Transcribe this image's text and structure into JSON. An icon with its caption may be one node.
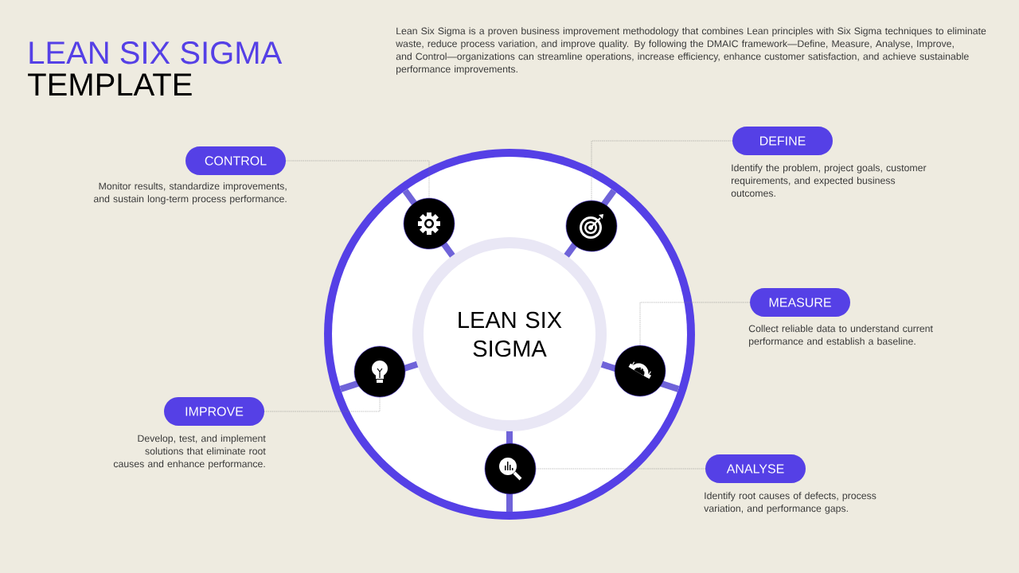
{
  "diagram": {
    "title": "LEAN SIX SIGMA",
    "nodes": [
      {
        "text": [
          "LEAN SIX SIGMA"
        ]
      },
      {
        "text": [
          "CONTROL"
        ],
        "beside": [
          "Monitor results, standardize improvements, and sustain long-term process performance."
        ]
      },
      {
        "text": [
          "DEFINE"
        ],
        "beside": [
          "Identify the problem, project goals, customer requirements, and expected business outcomes."
        ]
      },
      {
        "text": [
          "MEASURE"
        ],
        "beside": [
          "Collect reliable data to understand current performance and establish a baseline."
        ]
      },
      {
        "text": [
          "IMPROVE"
        ],
        "beside": [
          "Develop, test, and implement solutions that eliminate root causes and enhance performance."
        ]
      },
      {
        "text": [
          "ANALYSE"
        ],
        "beside": [
          "Identify root causes of defects, process variation, and performance gaps."
        ]
      },
      {
        "text": [],
        "shape": "circle"
      },
      {
        "text": [],
        "shape": "circle"
      },
      {
        "text": [],
        "shape": "circle"
      },
      {
        "text": [],
        "shape": "circle"
      },
      {
        "text": [],
        "shape": "circle"
      }
    ],
    "edges": [
      {
        "from": 1,
        "to": 6,
        "arrow": "none",
        "style": "dashed"
      },
      {
        "from": 2,
        "to": 7,
        "arrow": "none",
        "style": "dashed"
      },
      {
        "from": 3,
        "to": 9,
        "arrow": "none",
        "style": "dashed"
      },
      {
        "from": 4,
        "to": 8,
        "arrow": "none",
        "style": "dashed"
      },
      {
        "from": 5,
        "to": 10,
        "arrow": "none",
        "style": "dashed"
      }
    ],
    "labels": [
      "TEMPLATE",
      "Lean Six Sigma is a proven business improvement methodology that combines Lean principles with Six Sigma techniques to eliminate waste, reduce process variation, and improve quality. By following the DMAIC framework—Define, Measure, Analyse, Improve, and Control—organizations can streamline operations, increase efficiency, enhance customer satisfaction, and achieve sustainable performance improvements."
    ]
  }
}
